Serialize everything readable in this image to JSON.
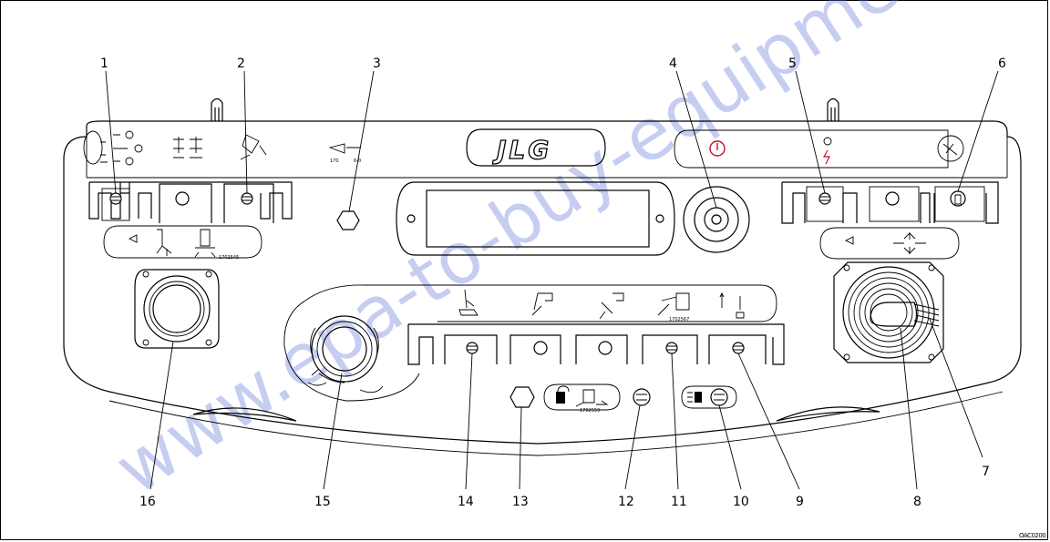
{
  "figure": {
    "logo_text": "JLG",
    "drawing_code": "OAC0200",
    "watermark": "www.epa-to-buy-equipment.com",
    "decal_codes": {
      "left_top_decal": "170",
      "left_lower_decal": "1702545",
      "center_decal": "1702567",
      "bottom_decal": "1702559"
    },
    "callouts": [
      {
        "id": 1,
        "label": "1"
      },
      {
        "id": 2,
        "label": "2"
      },
      {
        "id": 3,
        "label": "3"
      },
      {
        "id": 4,
        "label": "4"
      },
      {
        "id": 5,
        "label": "5"
      },
      {
        "id": 6,
        "label": "6"
      },
      {
        "id": 7,
        "label": "7"
      },
      {
        "id": 8,
        "label": "8"
      },
      {
        "id": 9,
        "label": "9"
      },
      {
        "id": 10,
        "label": "10"
      },
      {
        "id": 11,
        "label": "11"
      },
      {
        "id": 12,
        "label": "12"
      },
      {
        "id": 13,
        "label": "13"
      },
      {
        "id": 14,
        "label": "14"
      },
      {
        "id": 15,
        "label": "15"
      },
      {
        "id": 16,
        "label": "16"
      }
    ]
  }
}
